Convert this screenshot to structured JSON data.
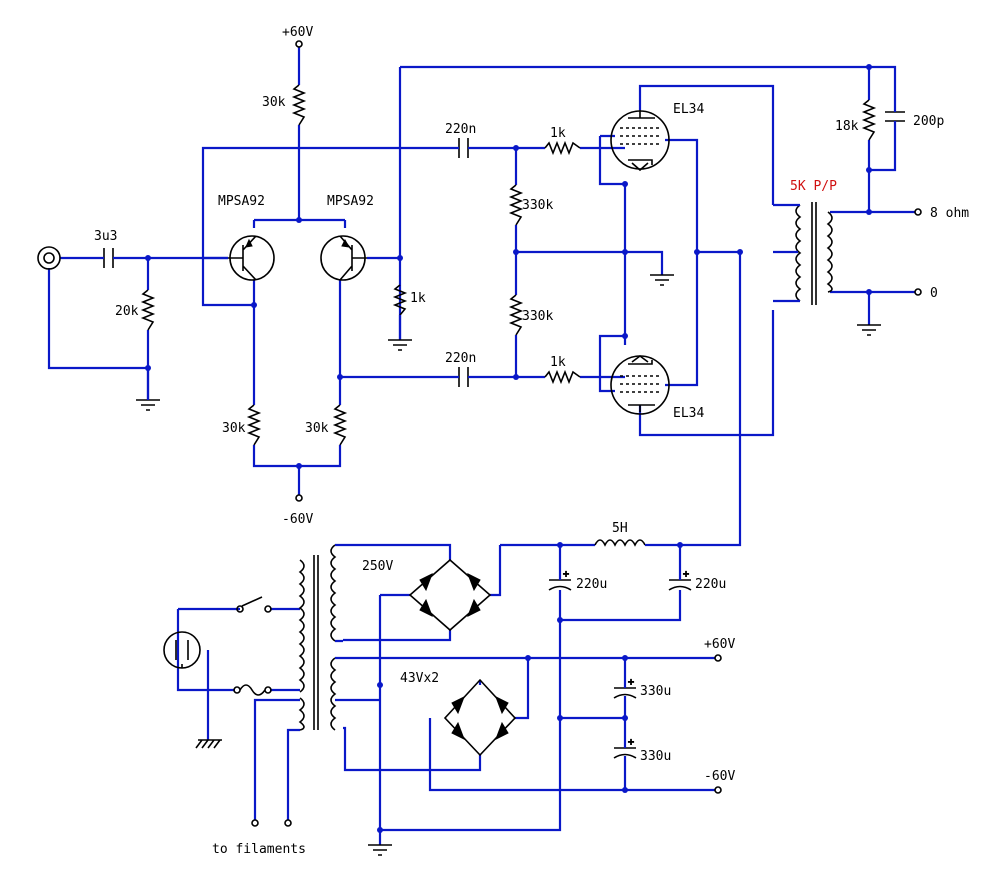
{
  "labels": {
    "plus60_top": "+60V",
    "r30k_top": "30k",
    "mpsa92_left": "MPSA92",
    "mpsa92_right": "MPSA92",
    "c3u3": "3u3",
    "r20k": "20k",
    "r1k_base": "1k",
    "r30k_left": "30k",
    "r30k_right": "30k",
    "minus60_bottom": "-60V",
    "c220n_top": "220n",
    "c220n_bottom": "220n",
    "r1k_top": "1k",
    "r1k_bottom": "1k",
    "r330k_top": "330k",
    "r330k_bottom": "330k",
    "tube_top": "EL34",
    "tube_bottom": "EL34",
    "transformer": "5K P/P",
    "r18k": "18k",
    "c200p": "200p",
    "out_8ohm": "8 ohm",
    "out_0": "0",
    "sec_250v": "250V",
    "sec_43v": "43Vx2",
    "choke": "5H",
    "c220u_left": "220u",
    "c220u_right": "220u",
    "plus60_supply": "+60V",
    "minus60_supply": "-60V",
    "c330u_top": "330u",
    "c330u_bottom": "330u",
    "filaments": "to filaments"
  },
  "colors": {
    "wire": "#0a18c8",
    "component": "#000000",
    "transformer_label": "#d01010"
  }
}
